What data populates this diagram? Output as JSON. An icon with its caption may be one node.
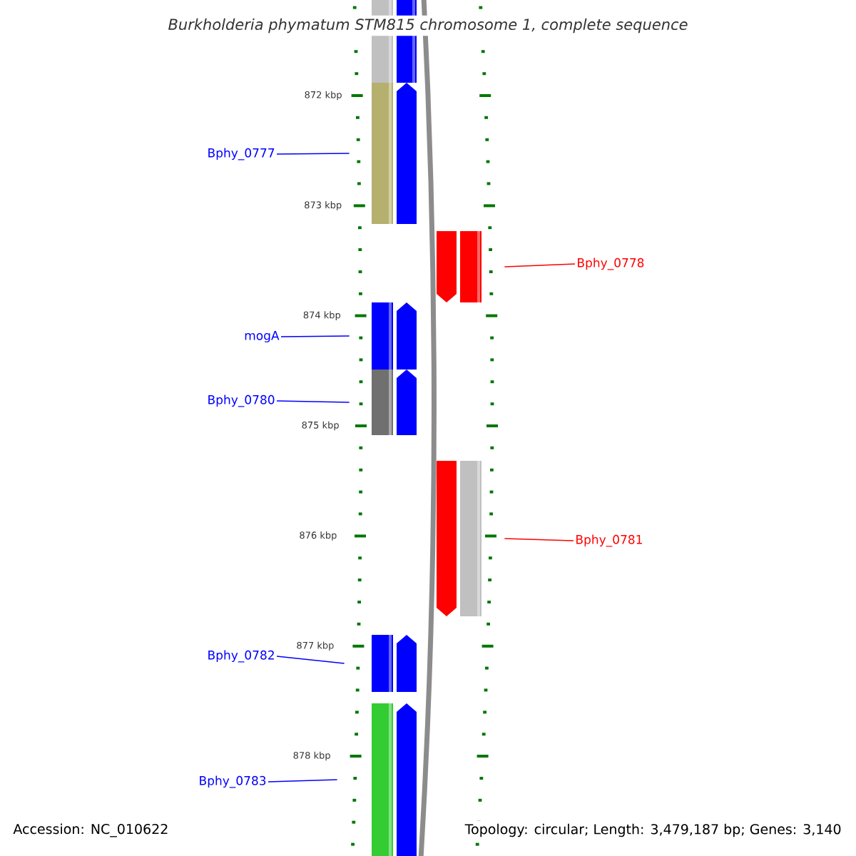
{
  "diagram": {
    "title": "Burkholderia phymatum STM815 chromosome 1, complete sequence",
    "nodes": [
      {
        "text": [],
        "shape": "bar"
      },
      {
        "text": [],
        "shape": "bar"
      },
      {
        "text": [
          "Bphy_0777"
        ]
      },
      {
        "text": [],
        "shape": "bar"
      },
      {
        "text": [],
        "shape": "arrow"
      },
      {
        "text": [],
        "shape": "arrow"
      },
      {
        "text": [],
        "shape": "bar"
      },
      {
        "text": [
          "Bphy_0778"
        ]
      },
      {
        "text": [
          "mogA"
        ]
      },
      {
        "text": [],
        "shape": "bar"
      },
      {
        "text": [],
        "shape": "arrow"
      },
      {
        "text": [
          "Bphy_0780"
        ]
      },
      {
        "text": [],
        "shape": "bar"
      },
      {
        "text": [],
        "shape": "arrow"
      },
      {
        "text": [],
        "shape": "arrow"
      },
      {
        "text": [],
        "shape": "bar"
      },
      {
        "text": [
          "Bphy_0781"
        ]
      },
      {
        "text": [
          "Bphy_0782"
        ]
      },
      {
        "text": [],
        "shape": "bar"
      },
      {
        "text": [],
        "shape": "arrow"
      },
      {
        "text": [
          "Bphy_0783"
        ]
      },
      {
        "text": [],
        "shape": "bar"
      },
      {
        "text": [],
        "shape": "arrow"
      }
    ],
    "edges": [
      {
        "from": 2,
        "to": 3,
        "arrow": "none"
      },
      {
        "from": 7,
        "to": 6,
        "arrow": "none",
        "color": "#ff0000"
      },
      {
        "from": 8,
        "to": 9,
        "arrow": "none"
      },
      {
        "from": 11,
        "to": 12,
        "arrow": "none"
      },
      {
        "from": 16,
        "to": 15,
        "arrow": "none",
        "color": "#ff0000"
      },
      {
        "from": 17,
        "to": 18,
        "arrow": "none"
      },
      {
        "from": 20,
        "to": 21,
        "arrow": "none"
      }
    ],
    "labels": [
      "872 kbp",
      "873 kbp",
      "874 kbp",
      "875 kbp",
      "876 kbp",
      "877 kbp",
      "878 kbp",
      "Accession: NC_010622",
      "Topology: circular; Length: 3,479,187 bp; Genes: 3,140"
    ]
  }
}
